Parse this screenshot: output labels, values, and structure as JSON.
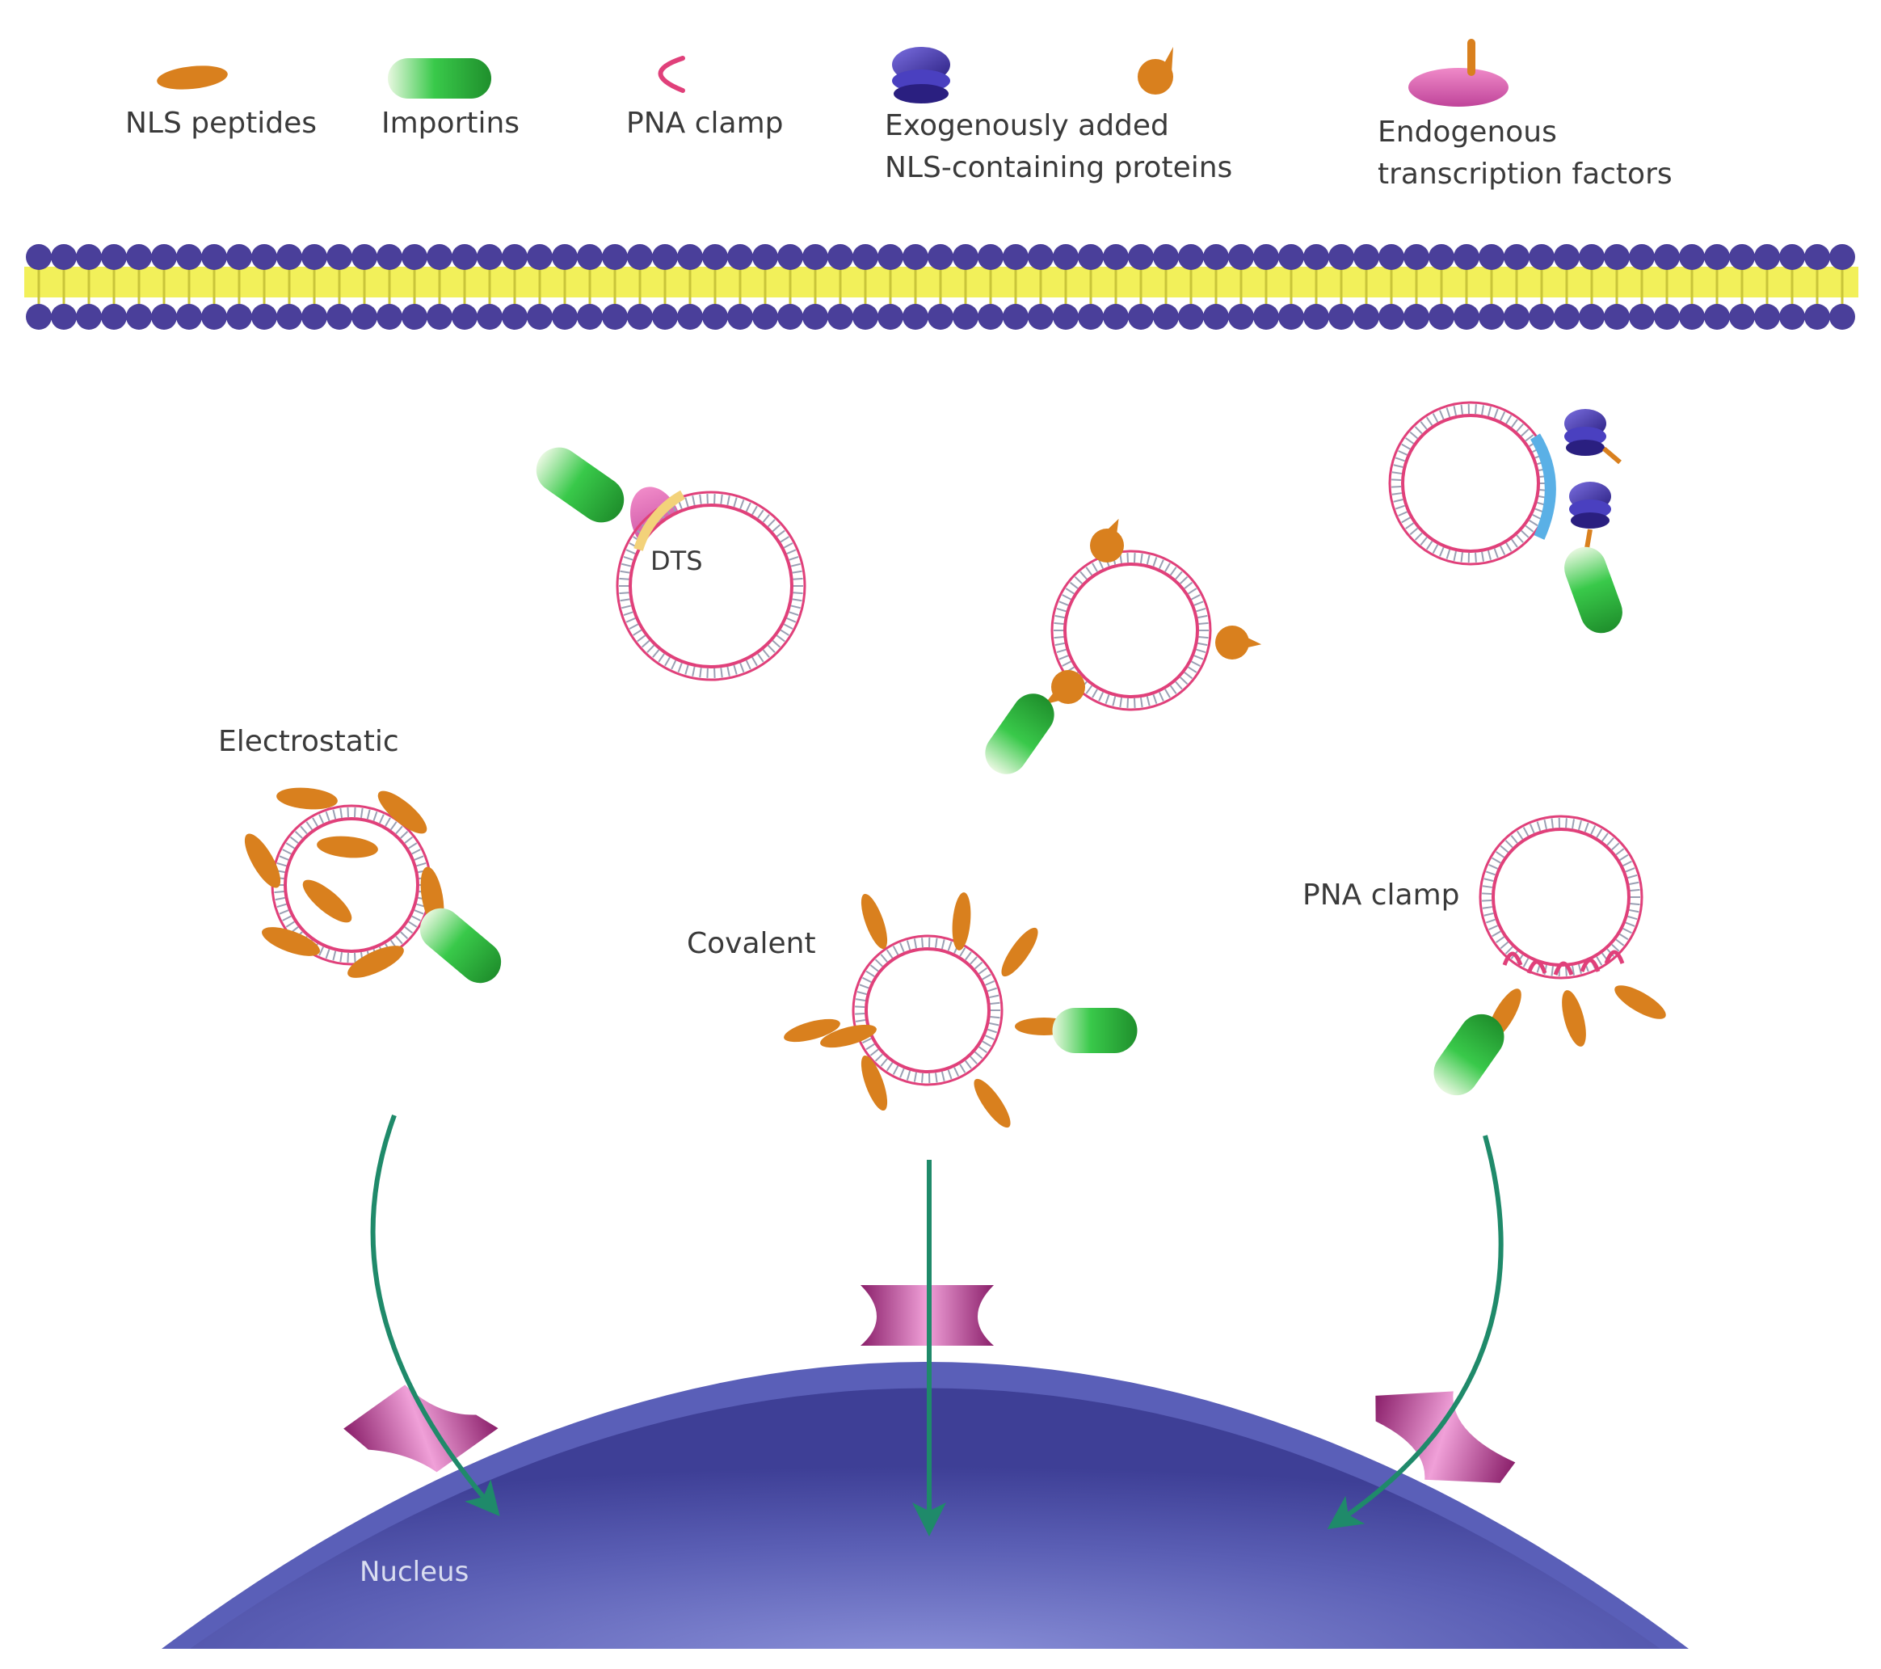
{
  "legend": {
    "nls_peptides": "NLS peptides",
    "importins": "Importins",
    "pna_clamp": "PNA clamp",
    "exogenous_line1": "Exogenously added",
    "exogenous_line2": "NLS-containing proteins",
    "endogenous_line1": "Endogenous",
    "endogenous_line2": "transcription factors"
  },
  "labels": {
    "dts": "DTS",
    "electrostatic": "Electrostatic",
    "covalent": "Covalent",
    "pna_clamp": "PNA clamp",
    "nucleus": "Nucleus"
  },
  "colors": {
    "membrane_head": "#4a3f9a",
    "membrane_tail": "#f2f05a",
    "dna_ring": "#e0407a",
    "nls_peptide": "#d9801e",
    "importin": "#2fbf3a",
    "transcription_factor": "#d85fb0",
    "nls_protein": "#3a2f9a",
    "nucleus": "#5b5fb0",
    "arrow": "#1f8a6a",
    "pore": "#b02f88"
  }
}
